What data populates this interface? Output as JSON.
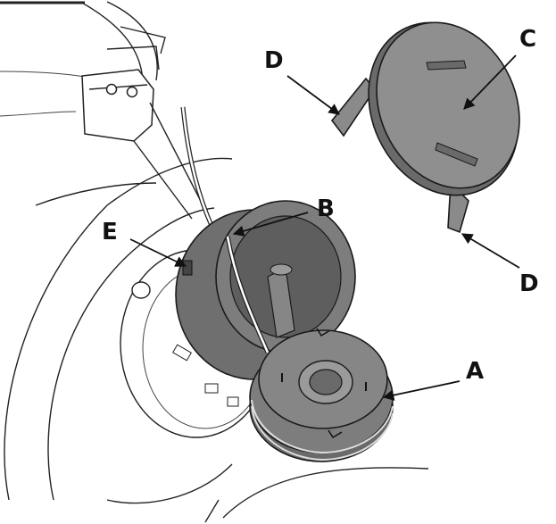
{
  "colors": {
    "part_fill": "#7d7d7d",
    "part_dark": "#5a5a5a",
    "part_light": "#9a9a9a",
    "line": "#1a1a1a",
    "background": "#ffffff"
  },
  "callouts": [
    {
      "id": "A",
      "label": "A"
    },
    {
      "id": "B",
      "label": "B"
    },
    {
      "id": "C",
      "label": "C"
    },
    {
      "id": "D1",
      "label": "D"
    },
    {
      "id": "D2",
      "label": "D"
    },
    {
      "id": "E",
      "label": "E"
    }
  ]
}
